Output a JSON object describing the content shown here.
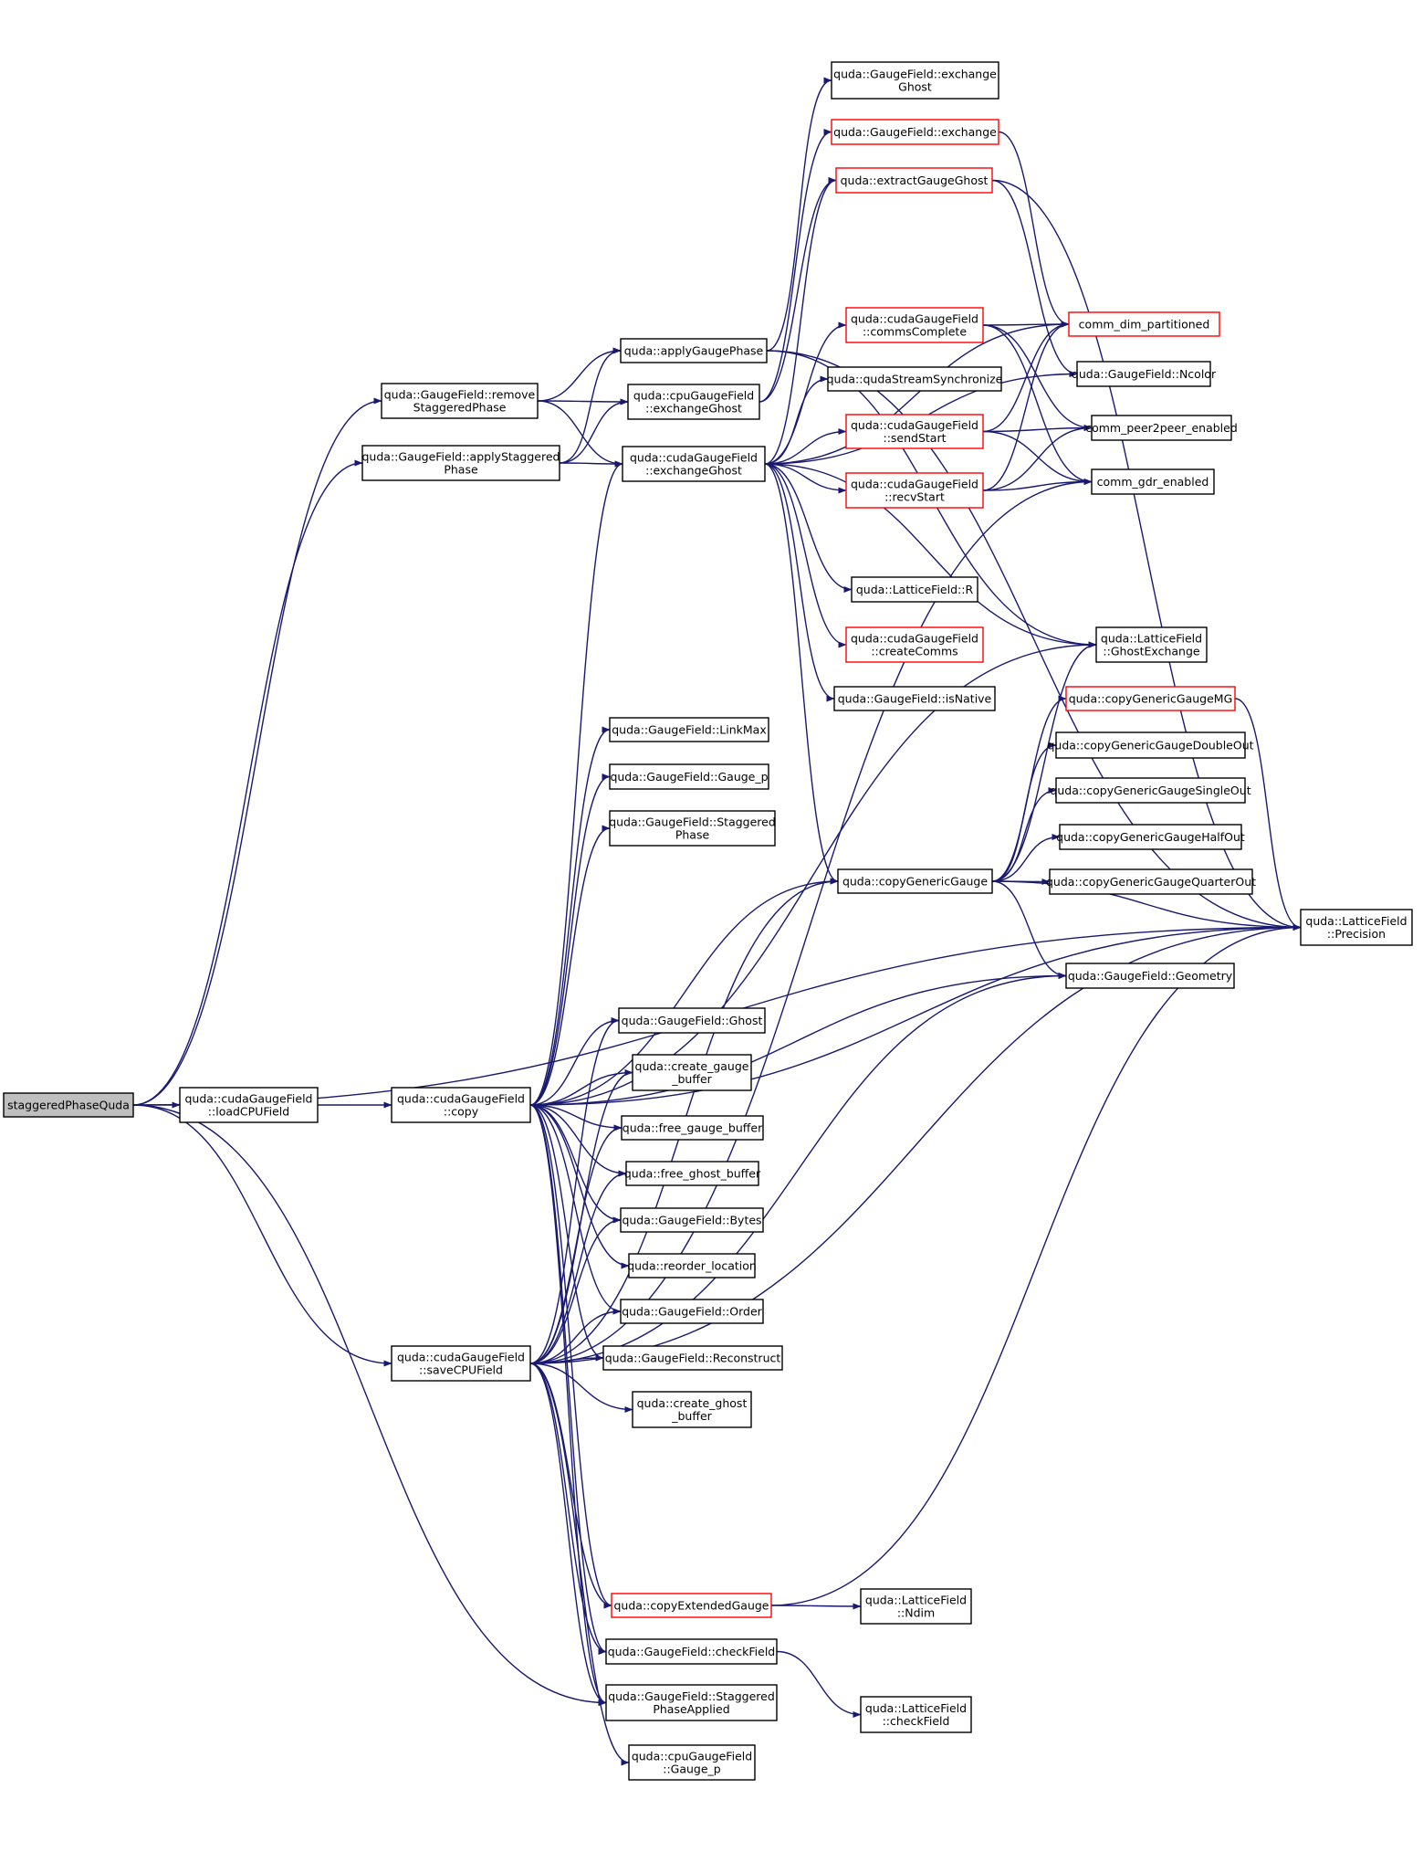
{
  "colors": {
    "edge": "#191970",
    "node_fill": "#ffffff",
    "root_fill": "#bfbfbf",
    "border_default": "#000000",
    "border_truncated": "#ff0000"
  },
  "nodes": [
    {
      "id": "staggeredPhaseQuda",
      "lines": [
        "staggeredPhaseQuda"
      ],
      "root": true
    },
    {
      "id": "loadCPUField",
      "lines": [
        "quda::cudaGaugeField",
        "::loadCPUField"
      ]
    },
    {
      "id": "copy",
      "lines": [
        "quda::cudaGaugeField",
        "::copy"
      ]
    },
    {
      "id": "saveCPUField",
      "lines": [
        "quda::cudaGaugeField",
        "::saveCPUField"
      ]
    },
    {
      "id": "removeStaggeredPhase",
      "lines": [
        "quda::GaugeField::remove",
        "StaggeredPhase"
      ]
    },
    {
      "id": "applyStaggeredPhase",
      "lines": [
        "quda::GaugeField::applyStaggered",
        "Phase"
      ]
    },
    {
      "id": "applyGaugePhase",
      "lines": [
        "quda::applyGaugePhase"
      ]
    },
    {
      "id": "cpuExchangeGhost",
      "lines": [
        "quda::cpuGaugeField",
        "::exchangeGhost"
      ]
    },
    {
      "id": "cudaExchangeGhost",
      "lines": [
        "quda::cudaGaugeField",
        "::exchangeGhost"
      ]
    },
    {
      "id": "gfExchangeGhost",
      "lines": [
        "quda::GaugeField::exchange",
        "Ghost"
      ]
    },
    {
      "id": "gfExchange",
      "lines": [
        "quda::GaugeField::exchange"
      ],
      "red": true
    },
    {
      "id": "extractGaugeGhost",
      "lines": [
        "quda::extractGaugeGhost"
      ],
      "red": true
    },
    {
      "id": "commsComplete",
      "lines": [
        "quda::cudaGaugeField",
        "::commsComplete"
      ],
      "red": true
    },
    {
      "id": "qudaStreamSynchronize",
      "lines": [
        "quda::qudaStreamSynchronize"
      ]
    },
    {
      "id": "sendStart",
      "lines": [
        "quda::cudaGaugeField",
        "::sendStart"
      ],
      "red": true
    },
    {
      "id": "recvStart",
      "lines": [
        "quda::cudaGaugeField",
        "::recvStart"
      ],
      "red": true
    },
    {
      "id": "latticeR",
      "lines": [
        "quda::LatticeField::R"
      ]
    },
    {
      "id": "createComms",
      "lines": [
        "quda::cudaGaugeField",
        "::createComms"
      ],
      "red": true
    },
    {
      "id": "isNative",
      "lines": [
        "quda::GaugeField::isNative"
      ]
    },
    {
      "id": "commDimPartitioned",
      "lines": [
        "comm_dim_partitioned"
      ],
      "red": true
    },
    {
      "id": "nColor",
      "lines": [
        "quda::GaugeField::Ncolor"
      ]
    },
    {
      "id": "commPeer2Peer",
      "lines": [
        "comm_peer2peer_enabled"
      ]
    },
    {
      "id": "commGdr",
      "lines": [
        "comm_gdr_enabled"
      ]
    },
    {
      "id": "ghostExchange",
      "lines": [
        "quda::LatticeField",
        "::GhostExchange"
      ]
    },
    {
      "id": "linkMax",
      "lines": [
        "quda::GaugeField::LinkMax"
      ]
    },
    {
      "id": "gaugeP",
      "lines": [
        "quda::GaugeField::Gauge_p"
      ]
    },
    {
      "id": "staggeredPhase",
      "lines": [
        "quda::GaugeField::Staggered",
        "Phase"
      ]
    },
    {
      "id": "copyGenericGauge",
      "lines": [
        "quda::copyGenericGauge"
      ]
    },
    {
      "id": "copyGenericGaugeMG",
      "lines": [
        "quda::copyGenericGaugeMG"
      ],
      "red": true
    },
    {
      "id": "cggDouble",
      "lines": [
        "quda::copyGenericGaugeDoubleOut"
      ]
    },
    {
      "id": "cggSingle",
      "lines": [
        "quda::copyGenericGaugeSingleOut"
      ]
    },
    {
      "id": "cggHalf",
      "lines": [
        "quda::copyGenericGaugeHalfOut"
      ]
    },
    {
      "id": "cggQuarter",
      "lines": [
        "quda::copyGenericGaugeQuarterOut"
      ]
    },
    {
      "id": "precision",
      "lines": [
        "quda::LatticeField",
        "::Precision"
      ]
    },
    {
      "id": "geometry",
      "lines": [
        "quda::GaugeField::Geometry"
      ]
    },
    {
      "id": "ghost",
      "lines": [
        "quda::GaugeField::Ghost"
      ]
    },
    {
      "id": "createGaugeBuffer",
      "lines": [
        "quda::create_gauge",
        "_buffer"
      ]
    },
    {
      "id": "freeGaugeBuffer",
      "lines": [
        "quda::free_gauge_buffer"
      ]
    },
    {
      "id": "freeGhostBuffer",
      "lines": [
        "quda::free_ghost_buffer"
      ]
    },
    {
      "id": "bytes",
      "lines": [
        "quda::GaugeField::Bytes"
      ]
    },
    {
      "id": "reorderLocation",
      "lines": [
        "quda::reorder_location"
      ]
    },
    {
      "id": "order",
      "lines": [
        "quda::GaugeField::Order"
      ]
    },
    {
      "id": "reconstruct",
      "lines": [
        "quda::GaugeField::Reconstruct"
      ]
    },
    {
      "id": "createGhostBuffer",
      "lines": [
        "quda::create_ghost",
        "_buffer"
      ]
    },
    {
      "id": "copyExtendedGauge",
      "lines": [
        "quda::copyExtendedGauge"
      ],
      "red": true
    },
    {
      "id": "latticeNdim",
      "lines": [
        "quda::LatticeField",
        "::Ndim"
      ]
    },
    {
      "id": "checkFieldGF",
      "lines": [
        "quda::GaugeField::checkField"
      ]
    },
    {
      "id": "staggeredPhaseApplied",
      "lines": [
        "quda::GaugeField::Staggered",
        "PhaseApplied"
      ]
    },
    {
      "id": "latticeCheckField",
      "lines": [
        "quda::LatticeField",
        "::checkField"
      ]
    },
    {
      "id": "cpuGaugeP",
      "lines": [
        "quda::cpuGaugeField",
        "::Gauge_p"
      ]
    }
  ],
  "edges": [
    [
      "staggeredPhaseQuda",
      "loadCPUField"
    ],
    [
      "staggeredPhaseQuda",
      "removeStaggeredPhase"
    ],
    [
      "staggeredPhaseQuda",
      "applyStaggeredPhase"
    ],
    [
      "staggeredPhaseQuda",
      "saveCPUField"
    ],
    [
      "staggeredPhaseQuda",
      "staggeredPhaseApplied"
    ],
    [
      "staggeredPhaseQuda",
      "precision"
    ],
    [
      "loadCPUField",
      "copy"
    ],
    [
      "removeStaggeredPhase",
      "applyGaugePhase"
    ],
    [
      "removeStaggeredPhase",
      "cpuExchangeGhost"
    ],
    [
      "removeStaggeredPhase",
      "cudaExchangeGhost"
    ],
    [
      "applyStaggeredPhase",
      "applyGaugePhase"
    ],
    [
      "applyStaggeredPhase",
      "cpuExchangeGhost"
    ],
    [
      "applyStaggeredPhase",
      "cudaExchangeGhost"
    ],
    [
      "applyGaugePhase",
      "gfExchangeGhost"
    ],
    [
      "applyGaugePhase",
      "precision"
    ],
    [
      "applyGaugePhase",
      "ghostExchange"
    ],
    [
      "cpuExchangeGhost",
      "gfExchange"
    ],
    [
      "cpuExchangeGhost",
      "extractGaugeGhost"
    ],
    [
      "cudaExchangeGhost",
      "extractGaugeGhost"
    ],
    [
      "cudaExchangeGhost",
      "commsComplete"
    ],
    [
      "cudaExchangeGhost",
      "qudaStreamSynchronize"
    ],
    [
      "cudaExchangeGhost",
      "sendStart"
    ],
    [
      "cudaExchangeGhost",
      "recvStart"
    ],
    [
      "cudaExchangeGhost",
      "latticeR"
    ],
    [
      "cudaExchangeGhost",
      "createComms"
    ],
    [
      "cudaExchangeGhost",
      "isNative"
    ],
    [
      "cudaExchangeGhost",
      "commDimPartitioned"
    ],
    [
      "cudaExchangeGhost",
      "nColor"
    ],
    [
      "cudaExchangeGhost",
      "ghostExchange"
    ],
    [
      "cudaExchangeGhost",
      "copyGenericGauge"
    ],
    [
      "gfExchange",
      "commDimPartitioned"
    ],
    [
      "extractGaugeGhost",
      "precision"
    ],
    [
      "extractGaugeGhost",
      "nColor"
    ],
    [
      "commsComplete",
      "commDimPartitioned"
    ],
    [
      "commsComplete",
      "commPeer2Peer"
    ],
    [
      "commsComplete",
      "commGdr"
    ],
    [
      "sendStart",
      "commDimPartitioned"
    ],
    [
      "sendStart",
      "commPeer2Peer"
    ],
    [
      "sendStart",
      "commGdr"
    ],
    [
      "recvStart",
      "commDimPartitioned"
    ],
    [
      "recvStart",
      "commPeer2Peer"
    ],
    [
      "recvStart",
      "commGdr"
    ],
    [
      "copy",
      "cudaExchangeGhost"
    ],
    [
      "copy",
      "linkMax"
    ],
    [
      "copy",
      "gaugeP"
    ],
    [
      "copy",
      "staggeredPhase"
    ],
    [
      "copy",
      "copyGenericGauge"
    ],
    [
      "copy",
      "geometry"
    ],
    [
      "copy",
      "precision"
    ],
    [
      "copy",
      "ghost"
    ],
    [
      "copy",
      "createGaugeBuffer"
    ],
    [
      "copy",
      "freeGaugeBuffer"
    ],
    [
      "copy",
      "freeGhostBuffer"
    ],
    [
      "copy",
      "bytes"
    ],
    [
      "copy",
      "reorderLocation"
    ],
    [
      "copy",
      "order"
    ],
    [
      "copy",
      "reconstruct"
    ],
    [
      "copy",
      "copyExtendedGauge"
    ],
    [
      "copy",
      "checkFieldGF"
    ],
    [
      "copy",
      "staggeredPhaseApplied"
    ],
    [
      "copy",
      "ghostExchange"
    ],
    [
      "copyGenericGauge",
      "copyGenericGaugeMG"
    ],
    [
      "copyGenericGauge",
      "cggDouble"
    ],
    [
      "copyGenericGauge",
      "cggSingle"
    ],
    [
      "copyGenericGauge",
      "cggHalf"
    ],
    [
      "copyGenericGauge",
      "cggQuarter"
    ],
    [
      "copyGenericGauge",
      "precision"
    ],
    [
      "copyGenericGauge",
      "geometry"
    ],
    [
      "copyGenericGauge",
      "ghostExchange"
    ],
    [
      "copyGenericGaugeMG",
      "precision"
    ],
    [
      "saveCPUField",
      "copyGenericGauge"
    ],
    [
      "saveCPUField",
      "geometry"
    ],
    [
      "saveCPUField",
      "precision"
    ],
    [
      "saveCPUField",
      "ghost"
    ],
    [
      "saveCPUField",
      "createGaugeBuffer"
    ],
    [
      "saveCPUField",
      "freeGaugeBuffer"
    ],
    [
      "saveCPUField",
      "freeGhostBuffer"
    ],
    [
      "saveCPUField",
      "bytes"
    ],
    [
      "saveCPUField",
      "order"
    ],
    [
      "saveCPUField",
      "reconstruct"
    ],
    [
      "saveCPUField",
      "createGhostBuffer"
    ],
    [
      "saveCPUField",
      "copyExtendedGauge"
    ],
    [
      "saveCPUField",
      "checkFieldGF"
    ],
    [
      "saveCPUField",
      "staggeredPhaseApplied"
    ],
    [
      "saveCPUField",
      "cpuGaugeP"
    ],
    [
      "saveCPUField",
      "commGdr"
    ],
    [
      "copyExtendedGauge",
      "latticeNdim"
    ],
    [
      "copyExtendedGauge",
      "precision"
    ],
    [
      "checkFieldGF",
      "latticeCheckField"
    ]
  ]
}
